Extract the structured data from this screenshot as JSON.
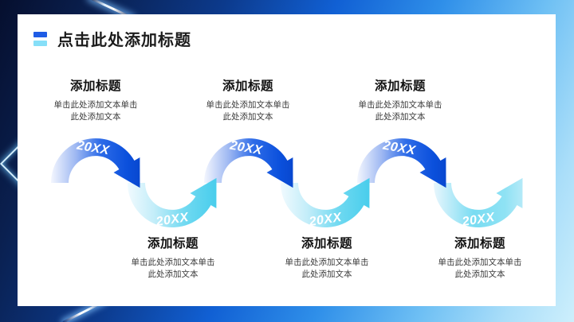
{
  "slide": {
    "title": "点击此处添加标题",
    "year_label": "20XX",
    "top_items": [
      {
        "heading": "添加标题",
        "body": "单击此处添加文本单击此处添加文本"
      },
      {
        "heading": "添加标题",
        "body": "单击此处添加文本单击此处添加文本"
      },
      {
        "heading": "添加标题",
        "body": "单击此处添加文本单击此处添加文本"
      }
    ],
    "bottom_items": [
      {
        "heading": "添加标题",
        "body": "单击此处添加文本单击此处添加文本"
      },
      {
        "heading": "添加标题",
        "body": "单击此处添加文本单击此处添加文本"
      },
      {
        "heading": "添加标题",
        "body": "单击此处添加文本单击此处添加文本"
      }
    ],
    "colors": {
      "frame_dark_navy": "#060f2e",
      "frame_blue": "#1160d4",
      "frame_light_sky": "#cdeffc",
      "arc_blue_deep": "#0847cf",
      "arc_blue_pale": "#f3f6fe",
      "arc_cyan": "#48cdec",
      "arc_cyan_pale": "#f0fafe",
      "title_icon_bar_top": "#1f5ce5",
      "title_icon_bar_bottom": "#86dff8",
      "title_text": "#1c1c1c",
      "body_text": "#3a3a3a",
      "year_text": "#ffffff"
    }
  }
}
